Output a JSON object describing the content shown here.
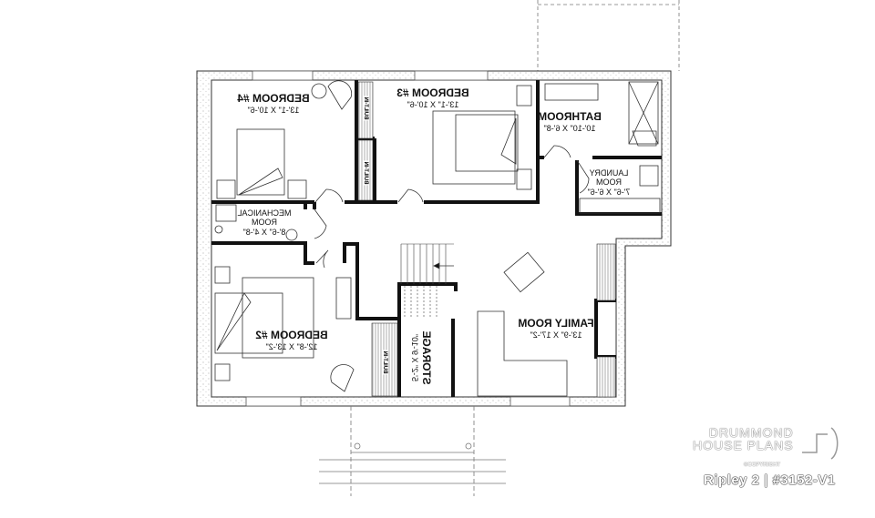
{
  "rooms": {
    "bedroom4": {
      "name": "BEDROOM #4",
      "dims": "13'-1\" X 10'-6\""
    },
    "bedroom3": {
      "name": "BEDROOM #3",
      "dims": "13'-1\" X 10'-6\""
    },
    "bathroom": {
      "name": "BATHROOM",
      "dims": "10'-10\" X 6'-8\""
    },
    "laundry": {
      "name1": "LAUNDRY",
      "name2": "ROOM",
      "dims": "7'-6\" X 6'-6\""
    },
    "mechanical": {
      "name1": "MECHANICAL",
      "name2": "ROOM",
      "dims": "8'-6\" X 4'-8\""
    },
    "bedroom2": {
      "name": "BEDROOM #2",
      "dims": "12'-8\" X 13'-2\""
    },
    "storage": {
      "name": "STORAGE",
      "dims": "5'-2\" X 9'-10\""
    },
    "family": {
      "name": "FAMILY ROOM",
      "dims": "13'-9\" X 17'-2\""
    }
  },
  "built_in_label": "BUILT-IN",
  "logo": {
    "line1": "DRUMMOND",
    "line2": "HOUSE PLANS",
    "copyright": "©COPYRIGHT"
  },
  "plan_name": "Ripley 2 | #3152-V1"
}
